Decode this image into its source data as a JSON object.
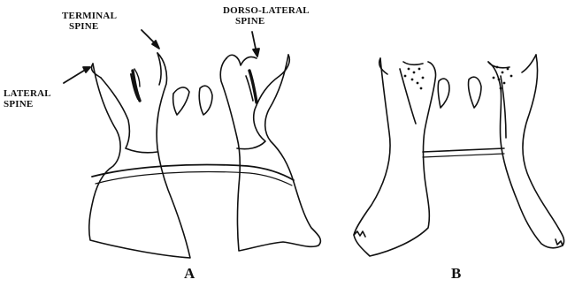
{
  "labels": {
    "terminal_spine": [
      "TERMINAL",
      "SPINE"
    ],
    "dorso_lateral_spine": [
      "DORSO-LATERAL",
      "SPINE"
    ],
    "lateral_spine": [
      "LATERAL",
      "SPINE"
    ]
  },
  "panels": {
    "a": "A",
    "b": "B"
  },
  "colors": {
    "ink": "#111111",
    "paper": "#ffffff"
  }
}
